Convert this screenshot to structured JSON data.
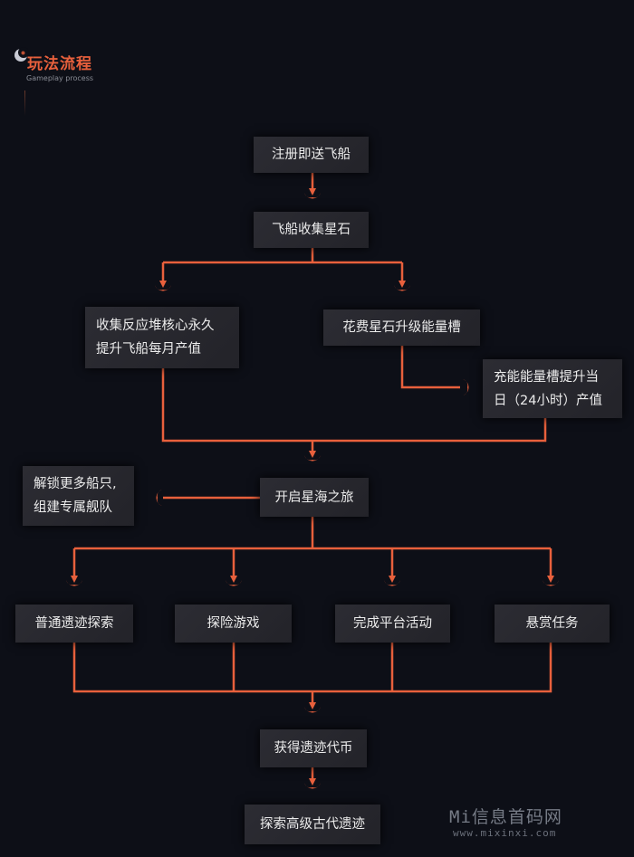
{
  "header": {
    "title": "玩法流程",
    "subtitle": "Gameplay process"
  },
  "nodes": [
    {
      "id": "register",
      "text": "注册即送飞船"
    },
    {
      "id": "collect",
      "text": "飞船收集星石"
    },
    {
      "id": "reactor",
      "text": "收集反应堆核心永久提升飞船每月产值",
      "lines": [
        "收集反应堆核心永久",
        "提升飞船每月产值"
      ]
    },
    {
      "id": "upgrade",
      "text": "花费星石升级能量槽"
    },
    {
      "id": "charge",
      "text": "充能能量槽提升当日（24小时）产值",
      "lines": [
        "充能能量槽提升当",
        "日（24小时）产值"
      ]
    },
    {
      "id": "voyage",
      "text": "开启星海之旅"
    },
    {
      "id": "unlock",
      "text": "解锁更多船只，组建专属舰队",
      "lines": [
        "解锁更多船只,",
        "组建专属舰队"
      ]
    },
    {
      "id": "explore",
      "text": "普通遗迹探索"
    },
    {
      "id": "adventure",
      "text": "探险游戏"
    },
    {
      "id": "activity",
      "text": "完成平台活动"
    },
    {
      "id": "bounty",
      "text": "悬赏任务"
    },
    {
      "id": "coins",
      "text": "获得遗迹代币"
    },
    {
      "id": "ancient",
      "text": "探索高级古代遗迹"
    }
  ],
  "edges": [
    [
      "register",
      "collect"
    ],
    [
      "collect",
      "reactor"
    ],
    [
      "collect",
      "upgrade"
    ],
    [
      "upgrade",
      "charge"
    ],
    [
      "reactor",
      "voyage"
    ],
    [
      "charge",
      "voyage"
    ],
    [
      "voyage",
      "unlock"
    ],
    [
      "voyage",
      "explore"
    ],
    [
      "voyage",
      "adventure"
    ],
    [
      "voyage",
      "activity"
    ],
    [
      "voyage",
      "bounty"
    ],
    [
      "explore",
      "coins"
    ],
    [
      "adventure",
      "coins"
    ],
    [
      "activity",
      "coins"
    ],
    [
      "bounty",
      "coins"
    ],
    [
      "coins",
      "ancient"
    ]
  ],
  "colors": {
    "connector": "#e8603c",
    "title": "#e8603c",
    "node_bg": "#2a2a31",
    "node_text": "#ececec",
    "background": "#0d0f17"
  },
  "watermark": {
    "text": "Mi信息首码网",
    "url": "www.mixinxi.com"
  }
}
